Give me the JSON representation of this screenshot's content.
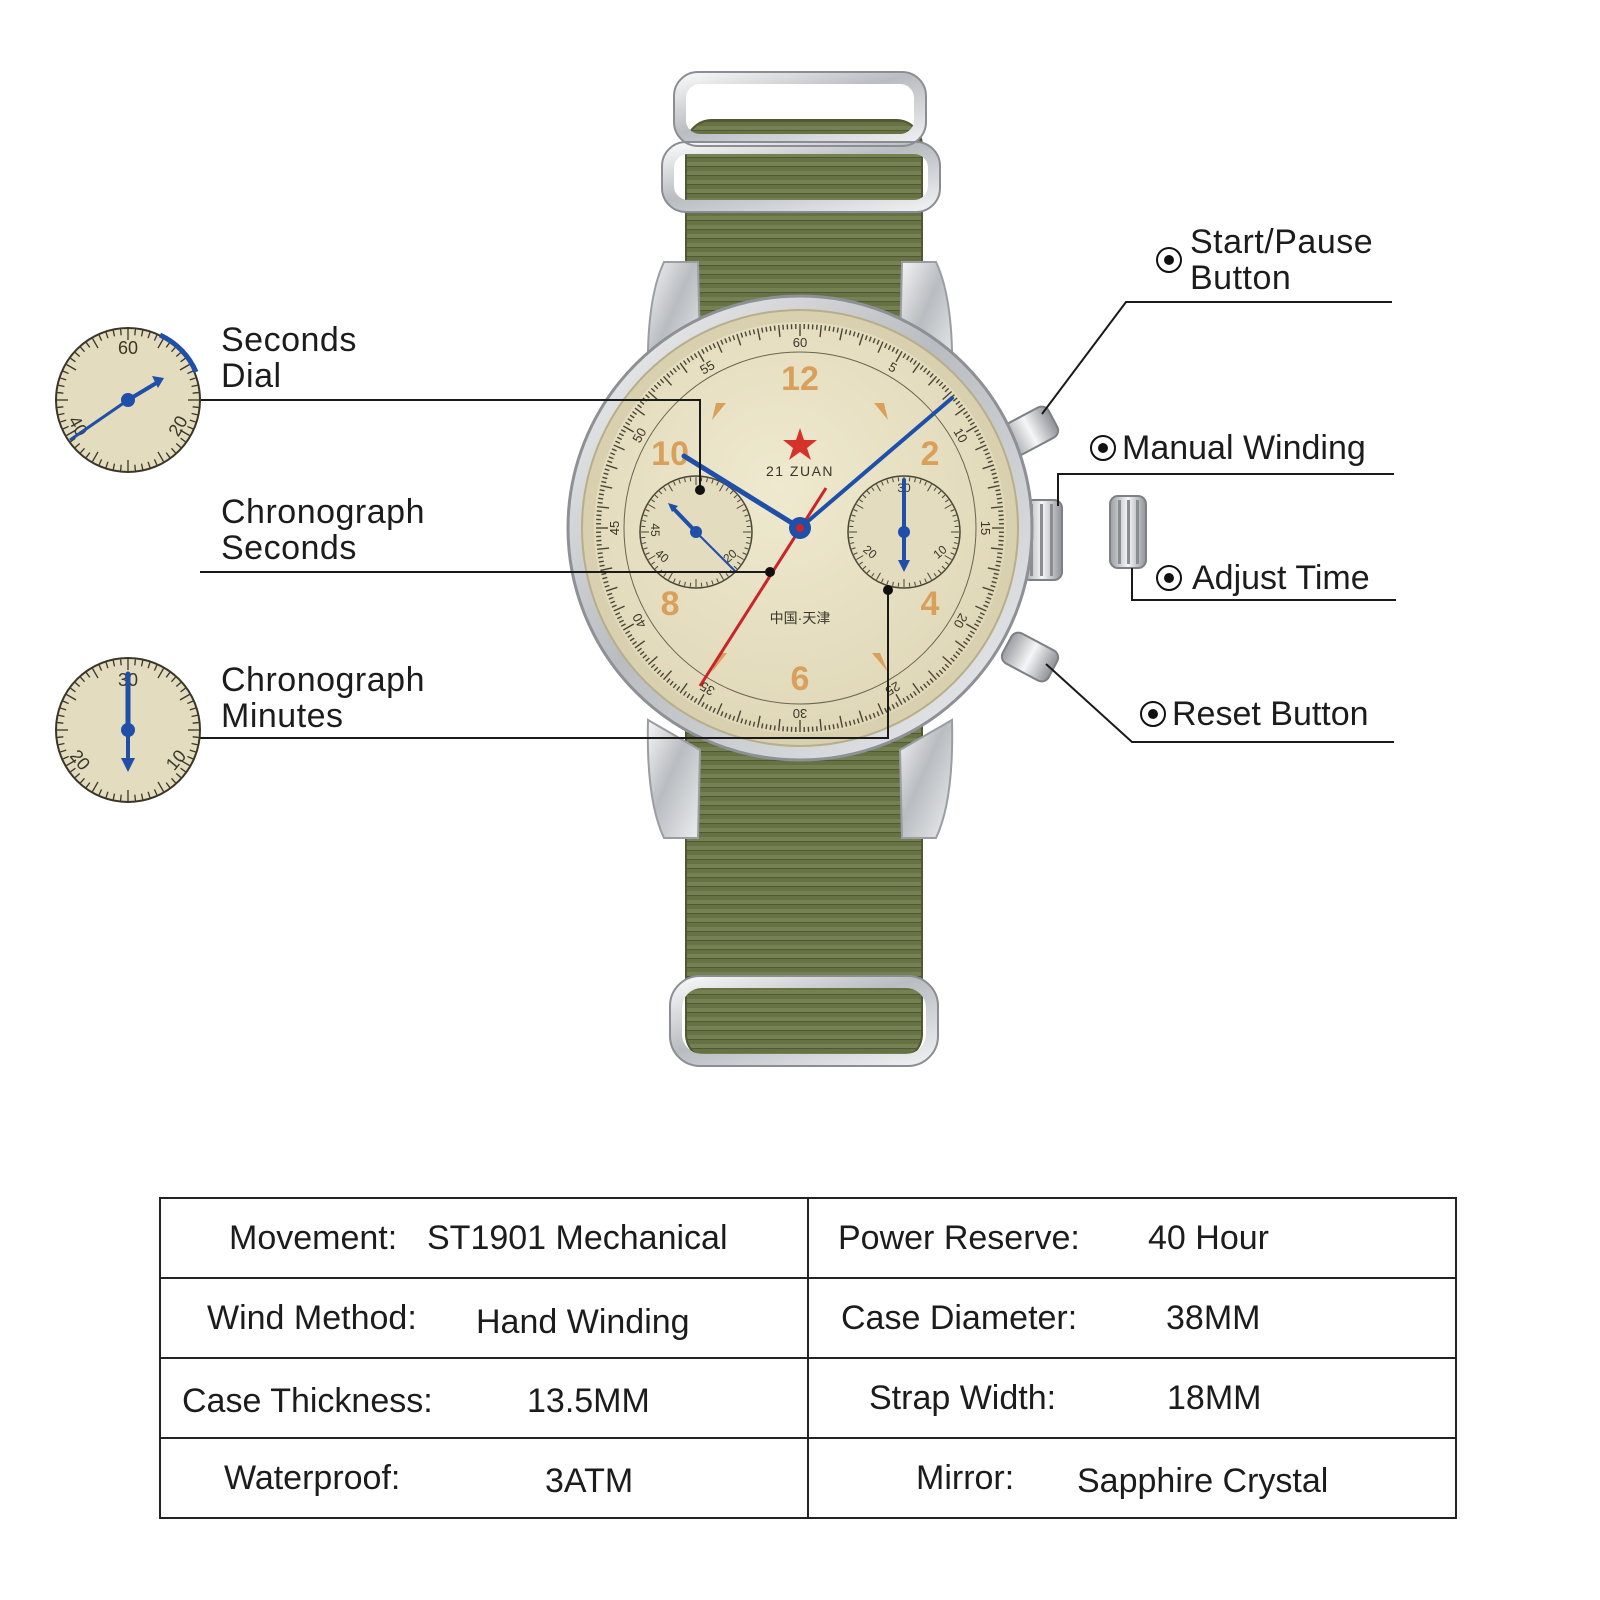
{
  "callouts": {
    "seconds_dial": [
      "Seconds",
      "Dial"
    ],
    "chrono_seconds": [
      "Chronograph",
      "Seconds"
    ],
    "chrono_minutes": [
      "Chronograph",
      "Minutes"
    ],
    "start_pause": [
      "Start/Pause",
      "Button"
    ],
    "manual_winding": "Manual Winding",
    "adjust_time": "Adjust Time",
    "reset_button": "Reset Button"
  },
  "dial": {
    "brand": "21 ZUAN",
    "city": "中国·天津",
    "hours": [
      "12",
      "2",
      "4",
      "6",
      "8",
      "10"
    ],
    "track": [
      "60",
      "5",
      "10",
      "15",
      "20",
      "25",
      "30",
      "35",
      "40",
      "45",
      "50",
      "55"
    ],
    "left_sub": [
      "40",
      "45",
      "20"
    ],
    "right_sub": [
      "30",
      "20",
      "10"
    ]
  },
  "insets": {
    "seconds": [
      "60",
      "20",
      "40"
    ],
    "minutes": [
      "30",
      "20",
      "10"
    ]
  },
  "specs": [
    [
      {
        "label": "Movement:",
        "value": "ST1901 Mechanical"
      },
      {
        "label": "Power Reserve:",
        "value": "40 Hour"
      }
    ],
    [
      {
        "label": "Wind Method:",
        "value": "Hand Winding"
      },
      {
        "label": "Case Diameter:",
        "value": "38MM"
      }
    ],
    [
      {
        "label": "Case Thickness:",
        "value": "13.5MM"
      },
      {
        "label": "Strap Width:",
        "value": "18MM"
      }
    ],
    [
      {
        "label": "Waterproof:",
        "value": "3ATM"
      },
      {
        "label": "Mirror:",
        "value": "Sapphire Crystal"
      }
    ]
  ],
  "colors": {
    "strap": "#667244",
    "dial": "#e8e2c6",
    "steel": "#c9ccd0",
    "blue_hand": "#1f4fa8",
    "red_hand": "#c8242a",
    "gold": "#d9a05c",
    "star": "#d6322a"
  }
}
